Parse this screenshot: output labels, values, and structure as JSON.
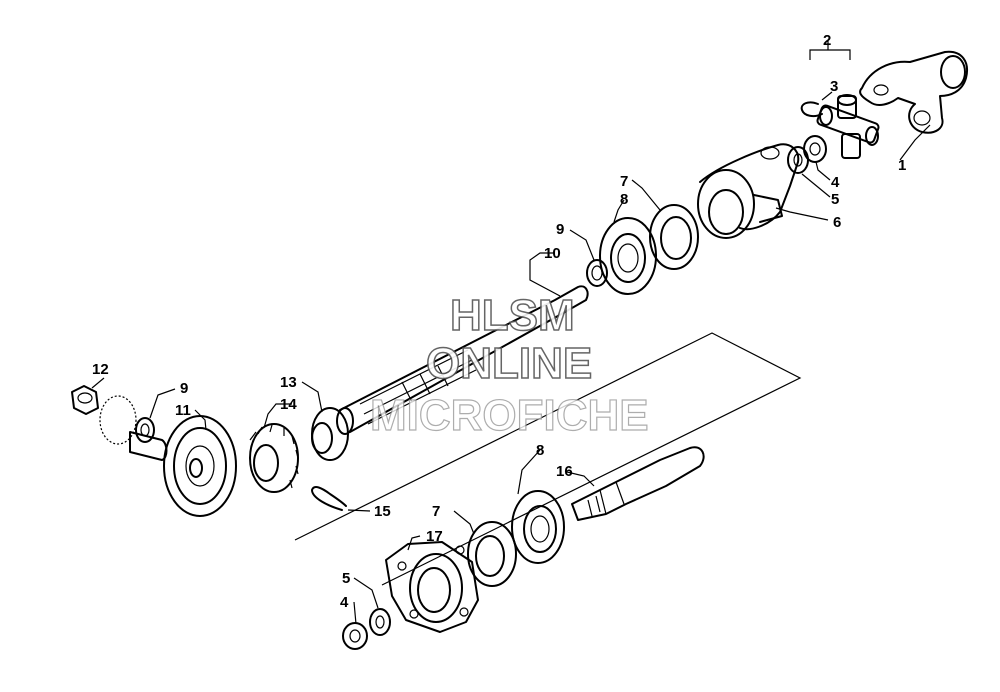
{
  "watermark": {
    "line1": "HLSM",
    "line2": "ONLINE",
    "line3": "MICROFICHE"
  },
  "callouts": {
    "c1": "1",
    "c2": "2",
    "c3": "3",
    "c4a": "4",
    "c5a": "5",
    "c6": "6",
    "c7a": "7",
    "c8a": "8",
    "c9a": "9",
    "c10": "10",
    "c12": "12",
    "c9b": "9",
    "c11": "11",
    "c13": "13",
    "c14": "14",
    "c15": "15",
    "c8b": "8",
    "c16": "16",
    "c7b": "7",
    "c17": "17",
    "c5b": "5",
    "c4b": "4"
  }
}
